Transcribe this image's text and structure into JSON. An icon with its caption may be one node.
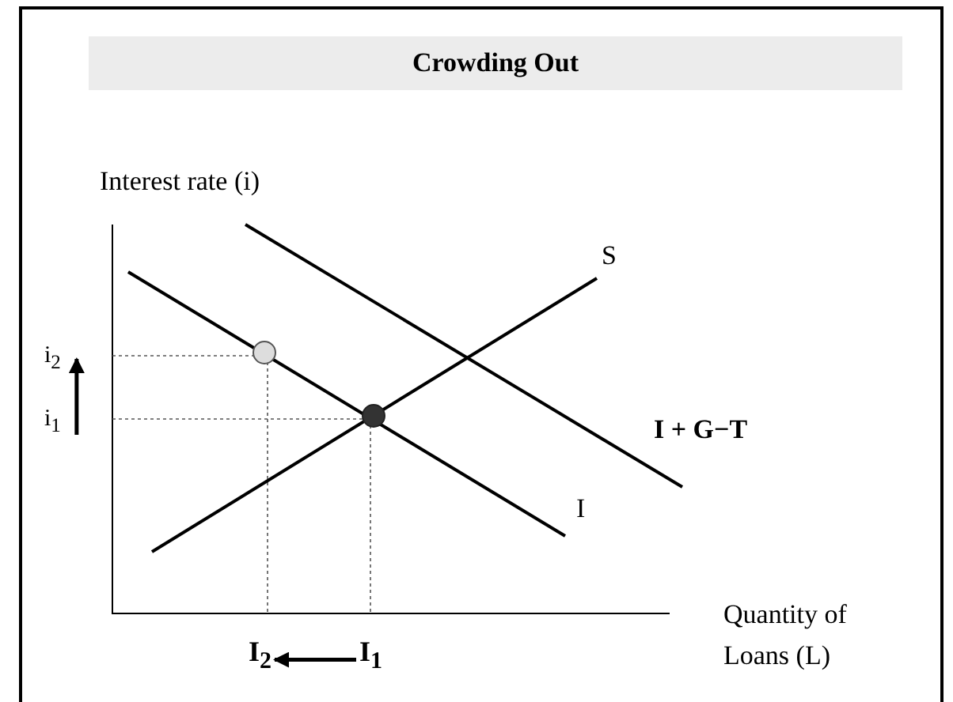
{
  "diagram": {
    "title": "Crowding Out",
    "nodes": [
      {
        "text": [
          "i$_{2}$"
        ]
      },
      {
        "text": [
          "i$_{1}$"
        ]
      },
      {
        "text": [
          "I$_{2}$"
        ]
      },
      {
        "text": [
          "I$_{1}$"
        ]
      }
    ],
    "edges": [
      {
        "from": 1,
        "to": 0,
        "arrow": "to"
      },
      {
        "from": 3,
        "to": 2,
        "arrow": "to"
      }
    ],
    "labels": [
      "Interest rate (i)",
      "S",
      "I + G−T",
      "I",
      "Quantity of Loans (L)"
    ]
  }
}
